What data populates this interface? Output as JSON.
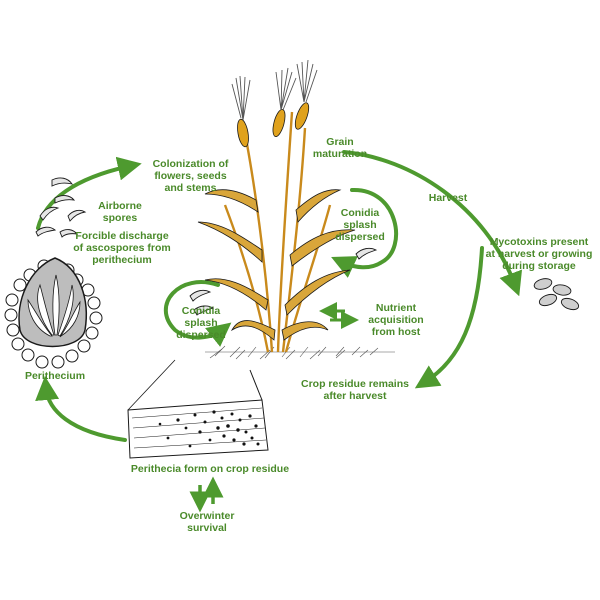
{
  "colors": {
    "arrow": "#4e9a2f",
    "text": "#4a8a2a",
    "stem": "#c98a1c",
    "head": "#e0a21d",
    "outline": "#1a1a1a",
    "perithecium_fill": "#bdbdbd",
    "spore_fill": "#e6e6e6"
  },
  "labels": {
    "colonization": "Colonization of\nflowers, seeds\nand stems",
    "airborne": "Airborne\nspores",
    "forcible": "Forcible discharge\nof ascospores from\nperithecium",
    "perithecium": "Perithecium",
    "conidia_left": "Conidia\nsplash\ndispersed",
    "conidia_right": "Conidia\nsplash\ndispersed",
    "grain": "Grain\nmaturation",
    "harvest": "Harvest",
    "mycotoxins": "Mycotoxins present\nat harvest or growing\nduring storage",
    "nutrient": "Nutrient\nacquisition\nfrom host",
    "crop_residue": "Crop residue remains\nafter harvest",
    "perithecia_form": "Perithecia form on crop residue",
    "overwinter": "Overwinter\nsurvival"
  },
  "icons": [
    "wheat-plant-icon",
    "perithecium-icon",
    "ascospore-icon",
    "crop-residue-icon",
    "grain-seeds-icon",
    "conidia-icon",
    "cycle-arrow-icon"
  ]
}
